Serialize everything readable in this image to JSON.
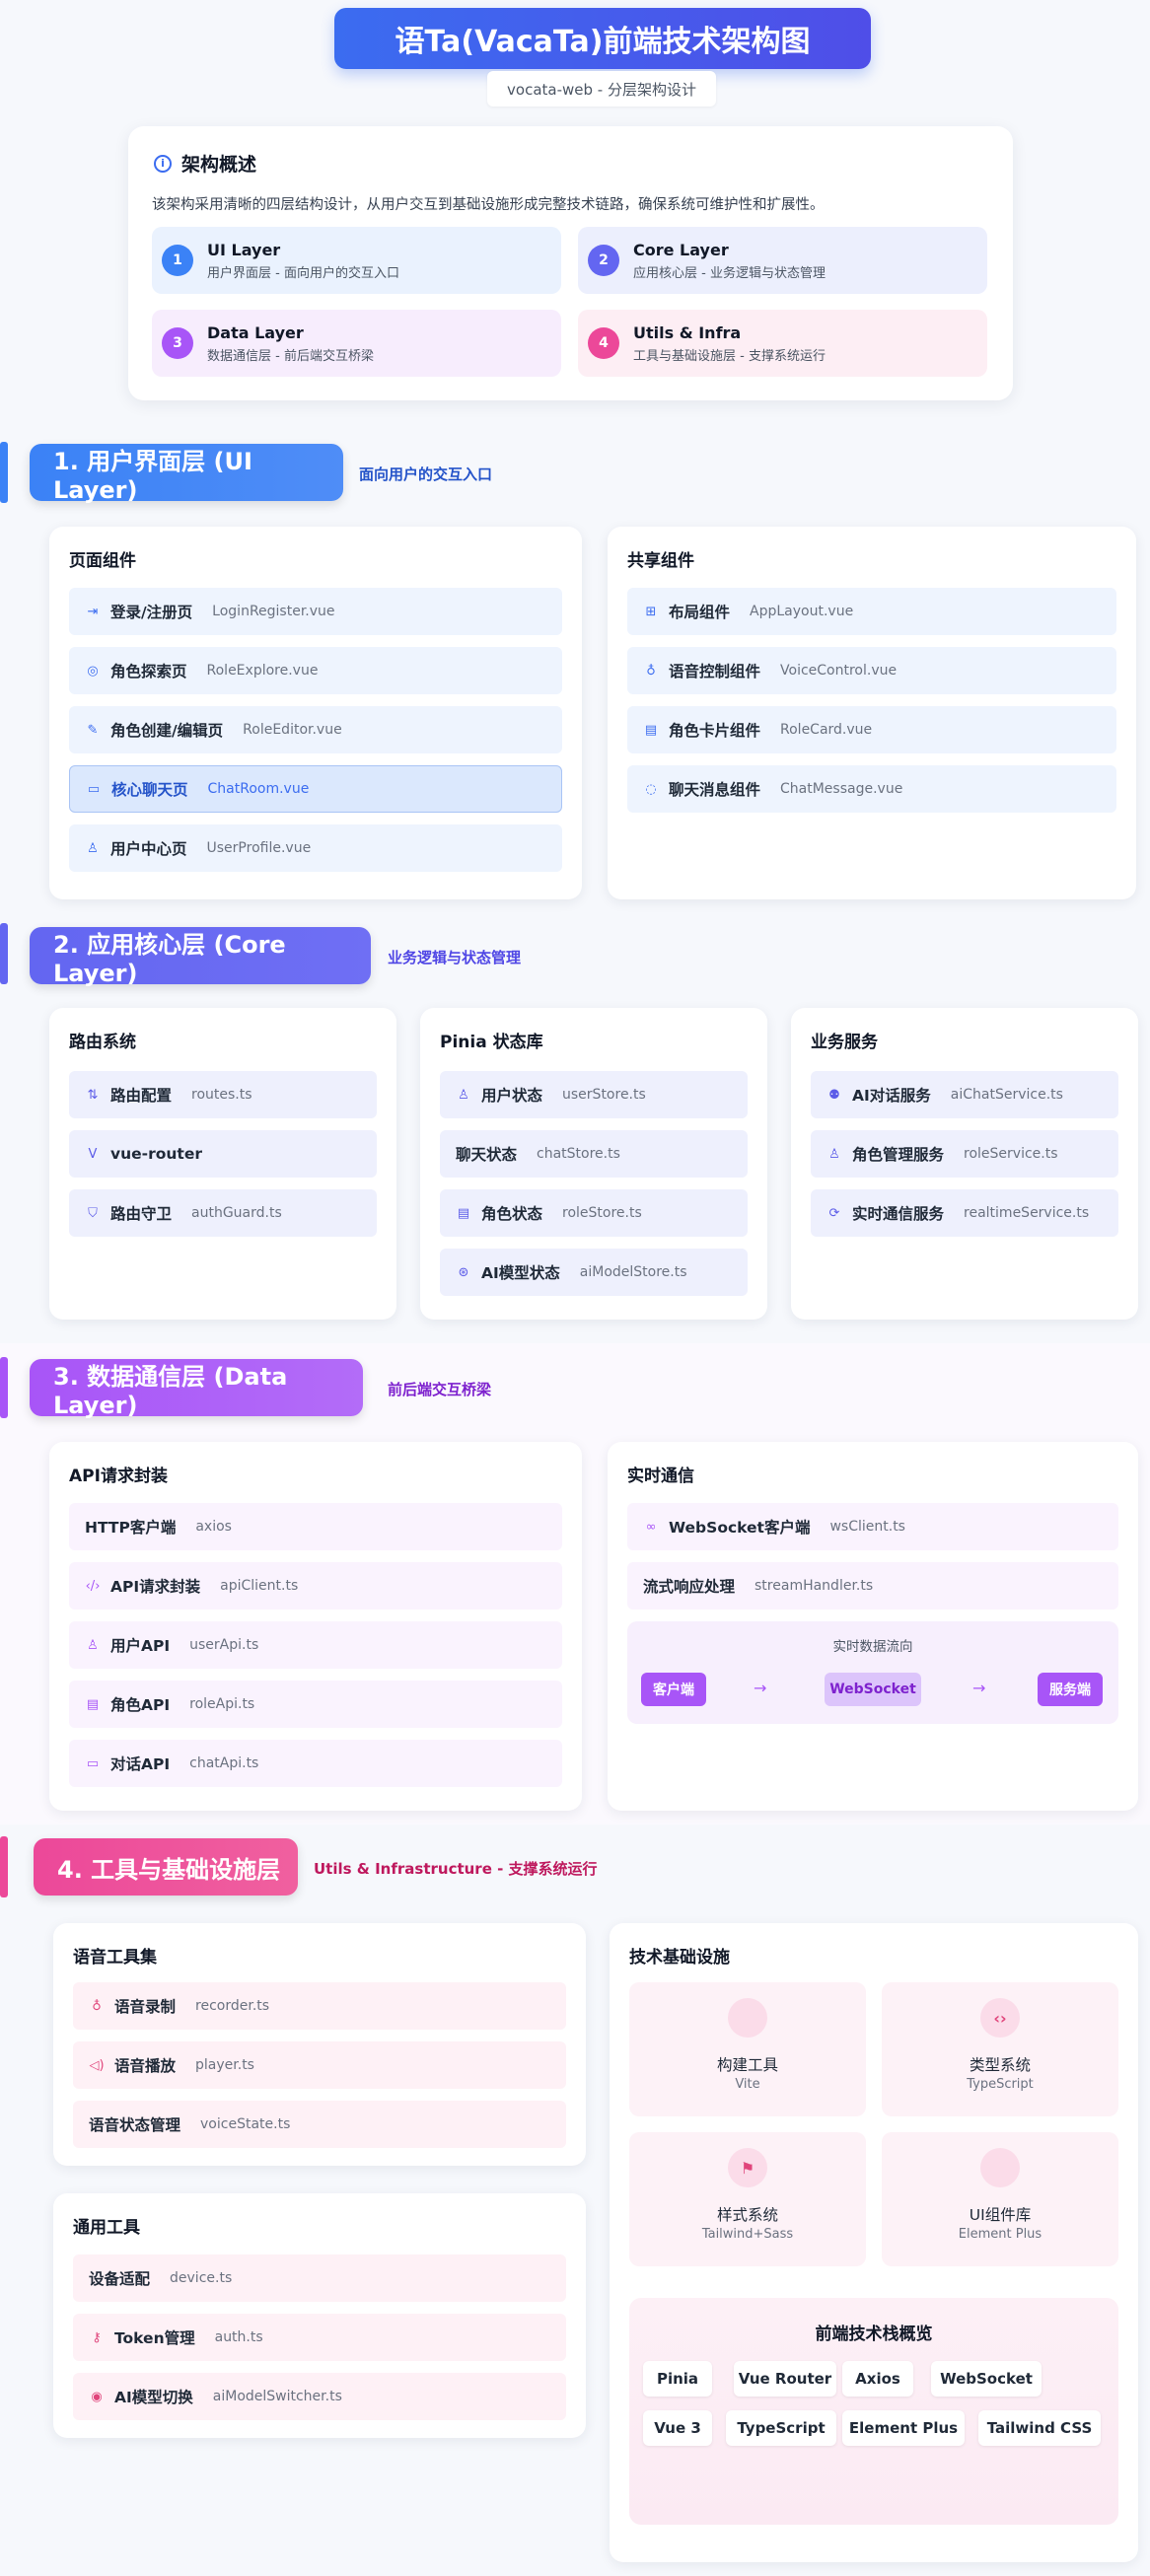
{
  "header": {
    "title": "语Ta(VacaTa)前端技术架构图",
    "subtitle": "vocata-web - 分层架构设计"
  },
  "overview": {
    "title": "架构概述",
    "description": "该架构采用清晰的四层结构设计，从用户交互到基础设施形成完整技术链路，确保系统可维护性和扩展性。",
    "items": [
      {
        "num": "1",
        "name": "UI Layer",
        "sub": "用户界面层 - 面向用户的交互入口"
      },
      {
        "num": "2",
        "name": "Core Layer",
        "sub": "应用核心层 - 业务逻辑与状态管理"
      },
      {
        "num": "3",
        "name": "Data Layer",
        "sub": "数据通信层 - 前后端交互桥梁"
      },
      {
        "num": "4",
        "name": "Utils & Infra",
        "sub": "工具与基础设施层 - 支撑系统运行"
      }
    ]
  },
  "sections": {
    "ui": {
      "title": "1. 用户界面层 (UI Layer)",
      "desc": "面向用户的交互入口",
      "pages": {
        "title": "页面组件",
        "rows": [
          {
            "label": "登录/注册页",
            "file": "LoginRegister.vue"
          },
          {
            "label": "角色探索页",
            "file": "RoleExplore.vue"
          },
          {
            "label": "角色创建/编辑页",
            "file": "RoleEditor.vue"
          },
          {
            "label": "核心聊天页",
            "file": "ChatRoom.vue"
          },
          {
            "label": "用户中心页",
            "file": "UserProfile.vue"
          }
        ]
      },
      "shared": {
        "title": "共享组件",
        "rows": [
          {
            "label": "布局组件",
            "file": "AppLayout.vue"
          },
          {
            "label": "语音控制组件",
            "file": "VoiceControl.vue"
          },
          {
            "label": "角色卡片组件",
            "file": "RoleCard.vue"
          },
          {
            "label": "聊天消息组件",
            "file": "ChatMessage.vue"
          }
        ]
      }
    },
    "core": {
      "title": "2. 应用核心层 (Core Layer)",
      "desc": "业务逻辑与状态管理",
      "router": {
        "title": "路由系统",
        "rows": [
          {
            "label": "路由配置",
            "file": "routes.ts"
          },
          {
            "label": "vue-router",
            "file": ""
          },
          {
            "label": "路由守卫",
            "file": "authGuard.ts"
          }
        ]
      },
      "pinia": {
        "title": "Pinia 状态库",
        "rows": [
          {
            "label": "用户状态",
            "file": "userStore.ts"
          },
          {
            "label": "聊天状态",
            "file": "chatStore.ts"
          },
          {
            "label": "角色状态",
            "file": "roleStore.ts"
          },
          {
            "label": "AI模型状态",
            "file": "aiModelStore.ts"
          }
        ]
      },
      "services": {
        "title": "业务服务",
        "rows": [
          {
            "label": "AI对话服务",
            "file": "aiChatService.ts"
          },
          {
            "label": "角色管理服务",
            "file": "roleService.ts"
          },
          {
            "label": "实时通信服务",
            "file": "realtimeService.ts"
          }
        ]
      }
    },
    "data": {
      "title": "3. 数据通信层 (Data Layer)",
      "desc": "前后端交互桥梁",
      "api": {
        "title": "API请求封装",
        "rows": [
          {
            "label": "HTTP客户端",
            "file": "axios"
          },
          {
            "label": "API请求封装",
            "file": "apiClient.ts"
          },
          {
            "label": "用户API",
            "file": "userApi.ts"
          },
          {
            "label": "角色API",
            "file": "roleApi.ts"
          },
          {
            "label": "对话API",
            "file": "chatApi.ts"
          }
        ]
      },
      "realtime": {
        "title": "实时通信",
        "rows": [
          {
            "label": "WebSocket客户端",
            "file": "wsClient.ts"
          },
          {
            "label": "流式响应处理",
            "file": "streamHandler.ts"
          }
        ],
        "flow": {
          "title": "实时数据流向",
          "nodes": [
            "客户端",
            "WebSocket",
            "服务端"
          ]
        }
      }
    },
    "utils": {
      "title": "4. 工具与基础设施层",
      "desc": "Utils & Infrastructure - 支撑系统运行",
      "voice": {
        "title": "语音工具集",
        "rows": [
          {
            "label": "语音录制",
            "file": "recorder.ts"
          },
          {
            "label": "语音播放",
            "file": "player.ts"
          },
          {
            "label": "语音状态管理",
            "file": "voiceState.ts"
          }
        ]
      },
      "common": {
        "title": "通用工具",
        "rows": [
          {
            "label": "设备适配",
            "file": "device.ts"
          },
          {
            "label": "Token管理",
            "file": "auth.ts"
          },
          {
            "label": "AI模型切换",
            "file": "aiModelSwitcher.ts"
          }
        ]
      },
      "infra": {
        "title": "技术基础设施",
        "tiles": [
          {
            "name": "构建工具",
            "sub": "Vite"
          },
          {
            "name": "类型系统",
            "sub": "TypeScript"
          },
          {
            "name": "样式系统",
            "sub": "Tailwind+Sass"
          },
          {
            "name": "UI组件库",
            "sub": "Element Plus"
          }
        ],
        "stack": {
          "title": "前端技术栈概览",
          "chips": [
            "Pinia",
            "Vue Router",
            "Axios",
            "WebSocket",
            "Vue 3",
            "TypeScript",
            "Element Plus",
            "Tailwind CSS"
          ]
        }
      }
    }
  },
  "colors": {
    "ui": "#3b82f6",
    "core": "#6366f1",
    "data": "#a855f7",
    "utils": "#ec4899"
  }
}
